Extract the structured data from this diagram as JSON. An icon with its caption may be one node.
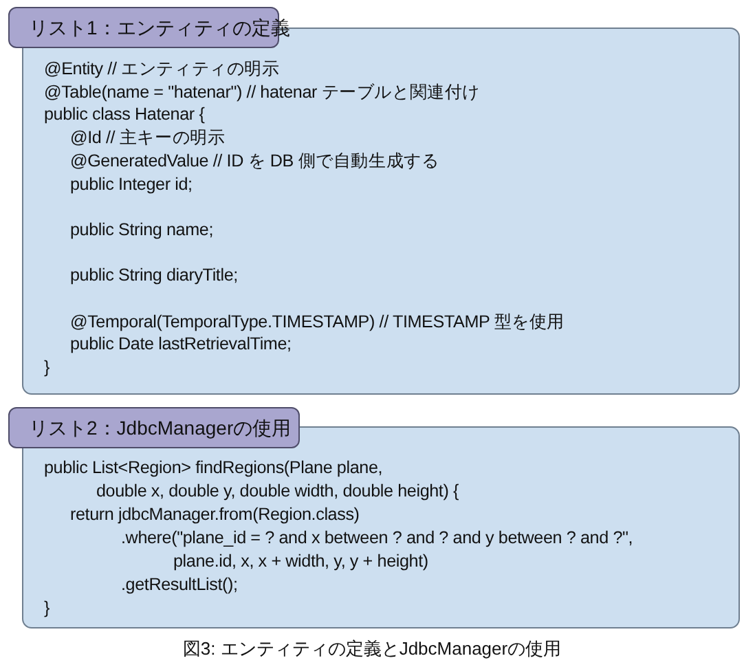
{
  "diagram": {
    "caption": "図3: エンティティの定義とJdbcManagerの使用",
    "nodes": [
      {
        "text": [
          "リスト1：エンティティの定義",
          "@Entity // エンティティの明示",
          "@Table(name = \"hatenar\") // hatenar テーブルと関連付け",
          "public class Hatenar {",
          "@Id // 主キーの明示",
          "@GeneratedValue // ID を DB 側で自動生成する",
          "public Integer id;",
          "public String name;",
          "public String diaryTitle;",
          "@Temporal(TemporalType.TIMESTAMP) // TIMESTAMP 型を使用",
          "public Date lastRetrievalTime;",
          "}"
        ]
      },
      {
        "text": [
          "リスト2：JdbcManagerの使用",
          "public List<Region> findRegions(Plane plane,",
          "double x, double y, double width, double height) {",
          "return jdbcManager.from(Region.class)",
          ".where(\"plane_id = ? and x between ? and ? and y between ? and ?\",",
          "plane.id, x, x + width, y, y + height)",
          ".getResultList();",
          "}"
        ]
      }
    ]
  }
}
